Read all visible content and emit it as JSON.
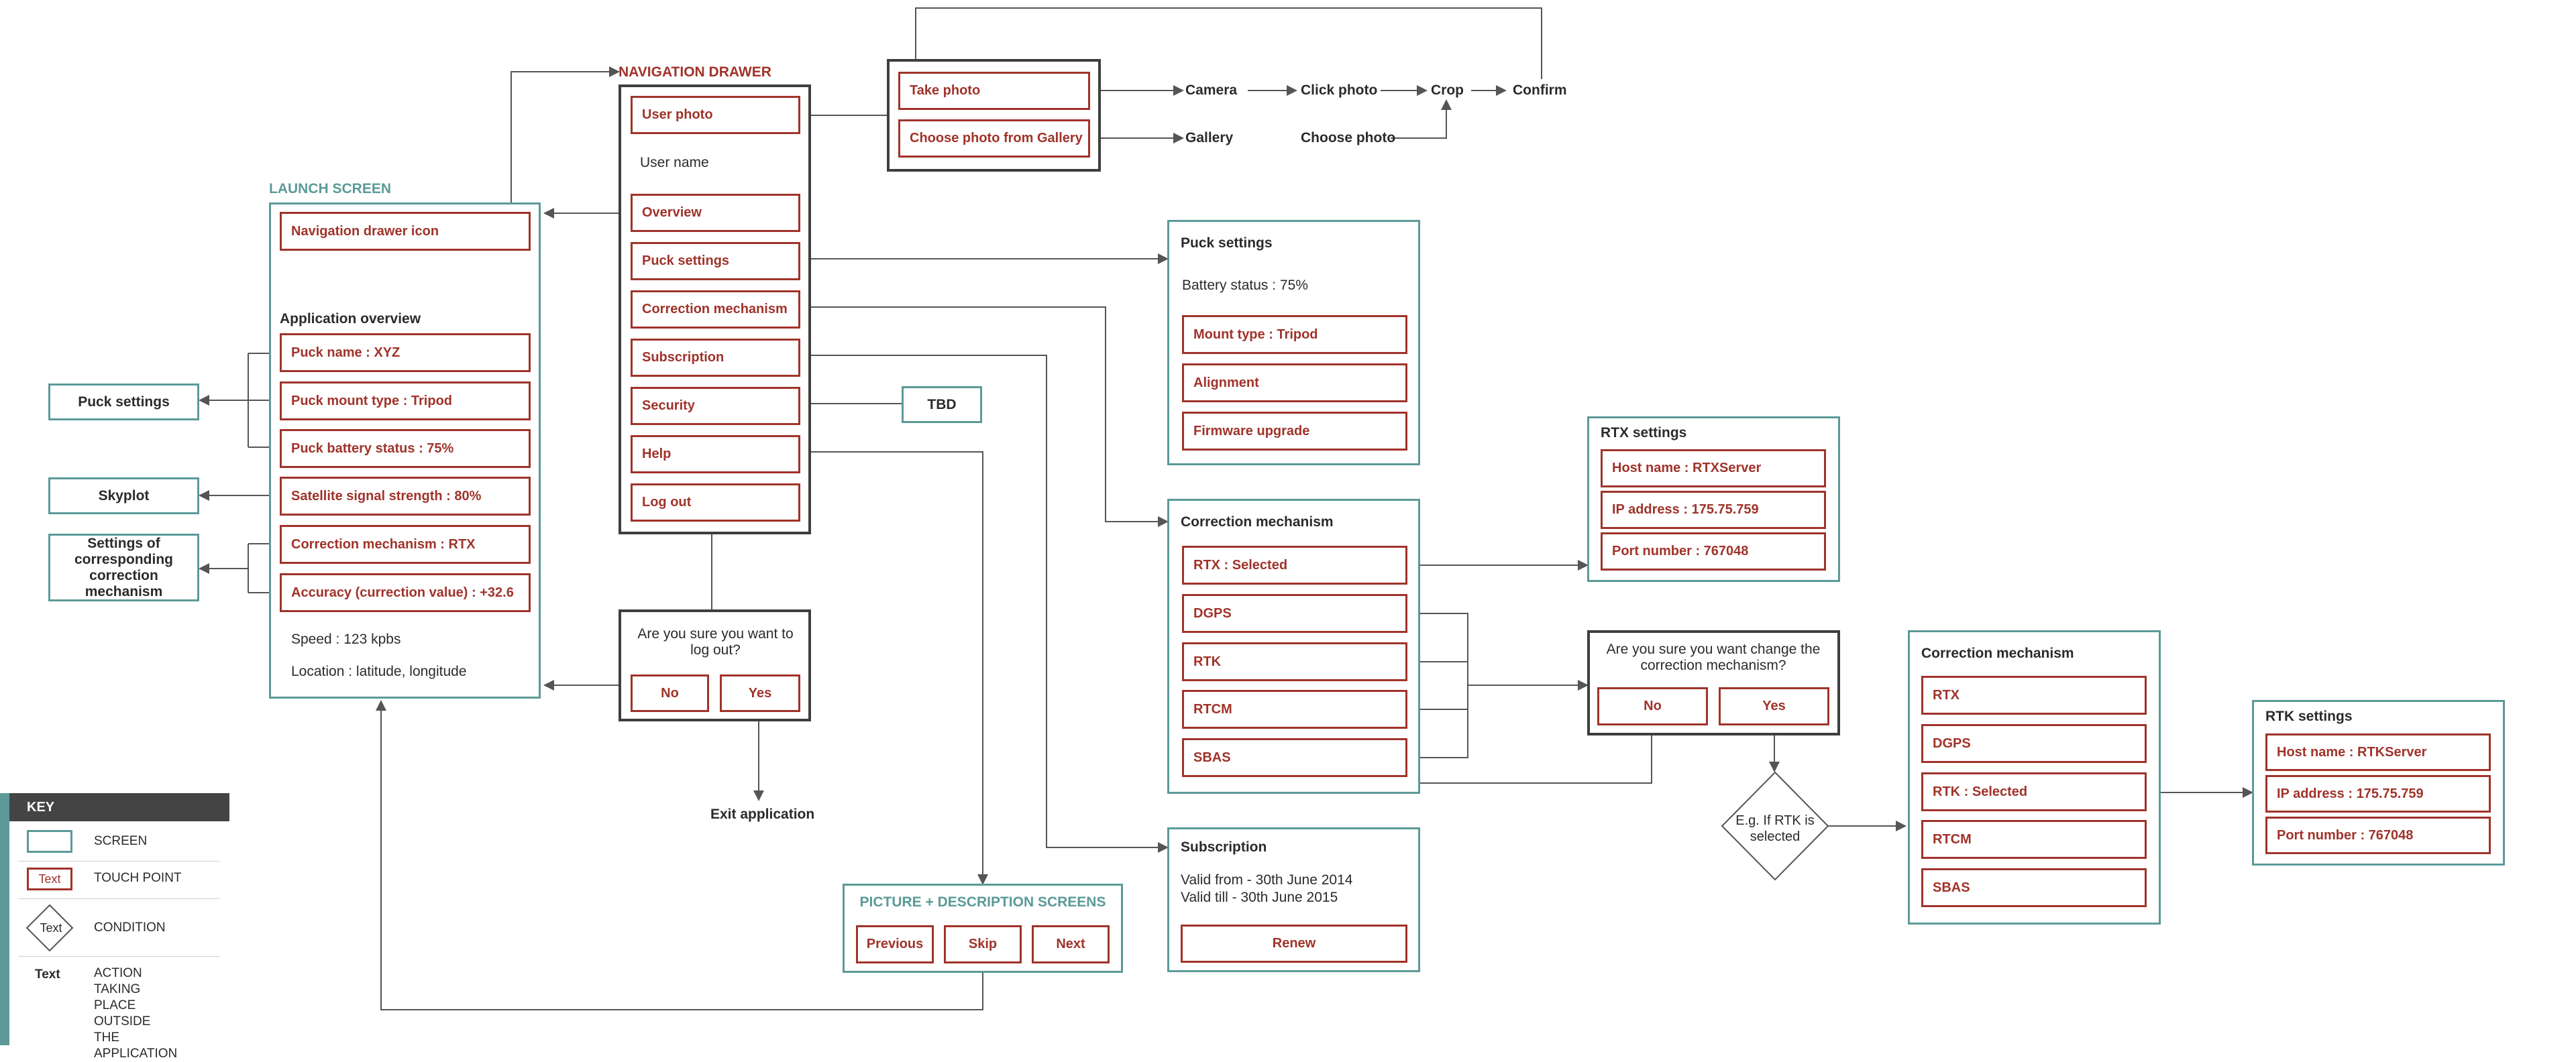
{
  "launch": {
    "title": "LAUNCH SCREEN",
    "nav_icon": "Navigation drawer icon",
    "overview_label": "Application overview",
    "puck_name": "Puck name  :  XYZ",
    "mount_type": "Puck mount type  :  Tripod",
    "battery": "Puck battery status  :  75%",
    "signal": "Satellite signal strength  :  80%",
    "correction": "Correction mechanism  :  RTX",
    "accuracy": "Accuracy (currection value)  :  +32.6",
    "speed": "Speed  :  123 kpbs",
    "location": "Location  :  latitude, longitude"
  },
  "side_screens": {
    "puck_settings": "Puck settings",
    "skyplot": "Skyplot",
    "corr_settings": "Settings of corresponding correction mechanism"
  },
  "drawer": {
    "title": "NAVIGATION DRAWER",
    "user_photo": "User photo",
    "user_name": "User name",
    "overview": "Overview",
    "puck_settings": "Puck settings",
    "correction": "Correction mechanism",
    "subscription": "Subscription",
    "security": "Security",
    "help": "Help",
    "logout": "Log out"
  },
  "photo": {
    "take": "Take photo",
    "gallery_choose": "Choose photo from Gallery",
    "camera": "Camera",
    "click": "Click photo",
    "crop": "Crop",
    "confirm": "Confirm",
    "gallery": "Gallery",
    "choose": "Choose photo"
  },
  "tbd": "TBD",
  "logout_dialog": {
    "question": "Are you sure you want to log out?",
    "no": "No",
    "yes": "Yes",
    "exit": "Exit application"
  },
  "picture_screens": {
    "title": "PICTURE + DESCRIPTION SCREENS",
    "previous": "Previous",
    "skip": "Skip",
    "next": "Next"
  },
  "puck_settings_screen": {
    "title": "Puck settings",
    "battery": "Battery status  :  75%",
    "mount": "Mount type  :  Tripod",
    "alignment": "Alignment",
    "firmware": "Firmware upgrade"
  },
  "correction_screen": {
    "title": "Correction mechanism",
    "rtx": "RTX  :   Selected",
    "dgps": "DGPS",
    "rtk": "RTK",
    "rtcm": "RTCM",
    "sbas": "SBAS"
  },
  "subscription_screen": {
    "title": "Subscription",
    "valid_from": "Valid from - 30th June 2014",
    "valid_till": "Valid till - 30th June 2015",
    "renew": "Renew"
  },
  "rtx_settings": {
    "title": "RTX settings",
    "host": "Host name  :  RTXServer",
    "ip": "IP address  :  175.75.759",
    "port": "Port number  :  767048"
  },
  "change_dialog": {
    "question": "Are you sure you want change the correction mechanism?",
    "no": "No",
    "yes": "Yes"
  },
  "condition": "E.g. If RTK is selected",
  "correction_screen2": {
    "title": "Correction mechanism",
    "rtx": "RTX",
    "dgps": "DGPS",
    "rtk": "RTK  :  Selected",
    "rtcm": "RTCM",
    "sbas": "SBAS"
  },
  "rtk_settings": {
    "title": "RTK settings",
    "host": "Host name  :  RTKServer",
    "ip": "IP address  :  175.75.759",
    "port": "Port number  :  767048"
  },
  "key": {
    "title": "KEY",
    "screen": "SCREEN",
    "touch_sample": "Text",
    "touch": "TOUCH POINT",
    "cond_sample": "Text",
    "condition": "CONDITION",
    "action_sample": "Text",
    "action": "ACTION TAKING PLACE OUTSIDE THE APPLICATION"
  },
  "colors": {
    "teal": "#5b9a98",
    "red": "#a0332a",
    "dark": "#3e3e3e"
  }
}
